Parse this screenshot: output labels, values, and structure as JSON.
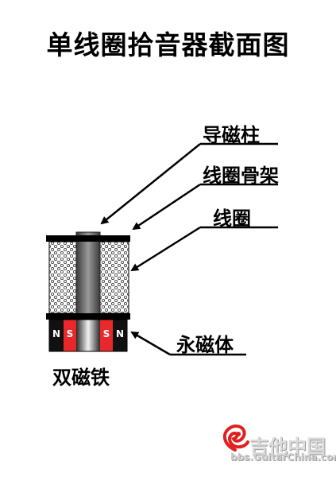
{
  "title": "单线圈拾音器截面图",
  "labels": {
    "pole_piece": "导磁柱",
    "bobbin": "线圈骨架",
    "coil": "线圈",
    "permanent_magnet": "永磁体",
    "dual_magnet": "双磁铁"
  },
  "poles": {
    "left_outer": "N",
    "left_inner": "S",
    "right_inner": "S",
    "right_outer": "N"
  },
  "watermark": {
    "name": "吉他中国",
    "url": "bbs.GuitarChina.com"
  },
  "colors": {
    "magnet_red": "#e8282b",
    "magnet_black": "#111111",
    "pole_piece_dark": "#555555",
    "coil_pattern_bg": "#ffffff",
    "watermark_red": "#e02020"
  }
}
